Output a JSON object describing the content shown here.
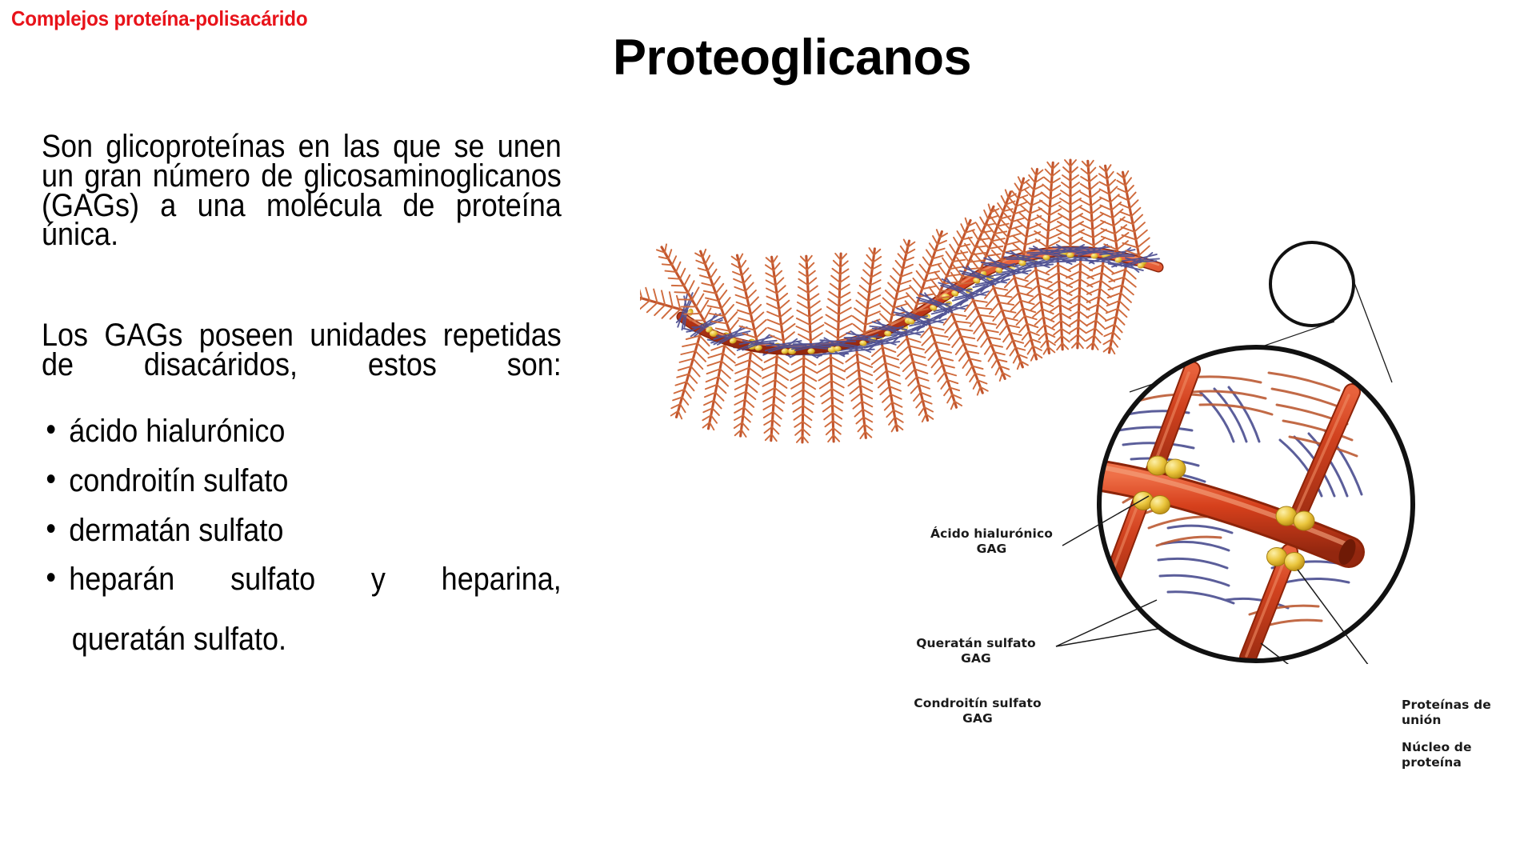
{
  "slide": {
    "kicker": "Complejos proteína-polisacárido",
    "title": "Proteoglicanos",
    "accent_color": "#e8131a",
    "text_color": "#000000",
    "background": "#ffffff"
  },
  "body": {
    "paragraph_1": "Son glicoproteínas en las que se unen un gran número de glicosaminoglicanos (GAGs) a una molécula de proteína única.",
    "paragraph_2": "Los GAGs poseen unidades repetidas de disacáridos, estos son:",
    "bullet_marker": "•",
    "bullets": [
      {
        "text": "ácido hialurónico"
      },
      {
        "text": "condroitín sulfato"
      },
      {
        "text": "dermatán sulfato"
      },
      {
        "line1": "heparán sulfato y heparina,",
        "line2": "queratán sulfato."
      }
    ]
  },
  "figure": {
    "name": "proteoglycan-aggregate-diagram",
    "labels": {
      "hialuronico_l1": "Ácido hialurónico",
      "hialuronico_l2": "GAG",
      "queratan_l1": "Queratán sulfato",
      "queratan_l2": "GAG",
      "condroitin_l1": "Condroitín sulfato",
      "condroitin_l2": "GAG",
      "proteinas_l1": "Proteínas de",
      "proteinas_l2": "unión",
      "nucleo_l1": "Núcleo de",
      "nucleo_l2": "proteína"
    },
    "colors": {
      "hyaluronan_backbone": "#d8472a",
      "core_protein": "#c0422a",
      "link_protein": "#e8c23a",
      "chondroitin_chain": "#c0552f",
      "keratan_chain": "#4c4f93",
      "outline": "#000000"
    }
  }
}
